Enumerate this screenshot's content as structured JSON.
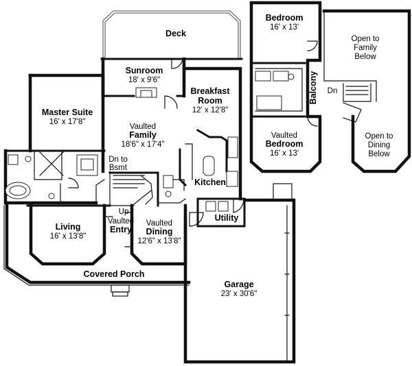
{
  "rooms": {
    "deck": {
      "name": "Deck"
    },
    "sunroom": {
      "name": "Sunroom",
      "size": "18' x 9'6\""
    },
    "breakfast": {
      "name1": "Breakfast",
      "name2": "Room",
      "size": "12' x 12'8\""
    },
    "master": {
      "name": "Master Suite",
      "size": "16' x 17'8\""
    },
    "family": {
      "prefix": "Vaulted",
      "name": "Family",
      "size": "18'6\" x 17'4\""
    },
    "dn_bsmt": {
      "line1": "Dn to",
      "line2": "Bsmt"
    },
    "kitchen": {
      "name": "Kitchen"
    },
    "utility": {
      "name": "Utility"
    },
    "up": {
      "label": "Up"
    },
    "entry": {
      "prefix": "Vaulted",
      "name": "Entry"
    },
    "living": {
      "name": "Living",
      "size": "16' x 13'8\""
    },
    "dining": {
      "prefix": "Vaulted",
      "name": "Dining",
      "size": "12'6\" x 13'8\""
    },
    "porch": {
      "name": "Covered Porch"
    },
    "garage": {
      "name": "Garage",
      "size": "23' x 30'6\""
    },
    "bedroom1": {
      "name": "Bedroom",
      "size": "16' x 13'"
    },
    "bedroom2": {
      "prefix": "Vaulted",
      "name": "Bedroom",
      "size": "16' x 13'"
    },
    "balcony": {
      "name": "Balcony"
    },
    "dn_up": {
      "label": "Dn"
    },
    "open_family": {
      "line1": "Open to",
      "line2": "Family",
      "line3": "Below"
    },
    "open_dining": {
      "line1": "Open to",
      "line2": "Dining",
      "line3": "Below"
    }
  }
}
